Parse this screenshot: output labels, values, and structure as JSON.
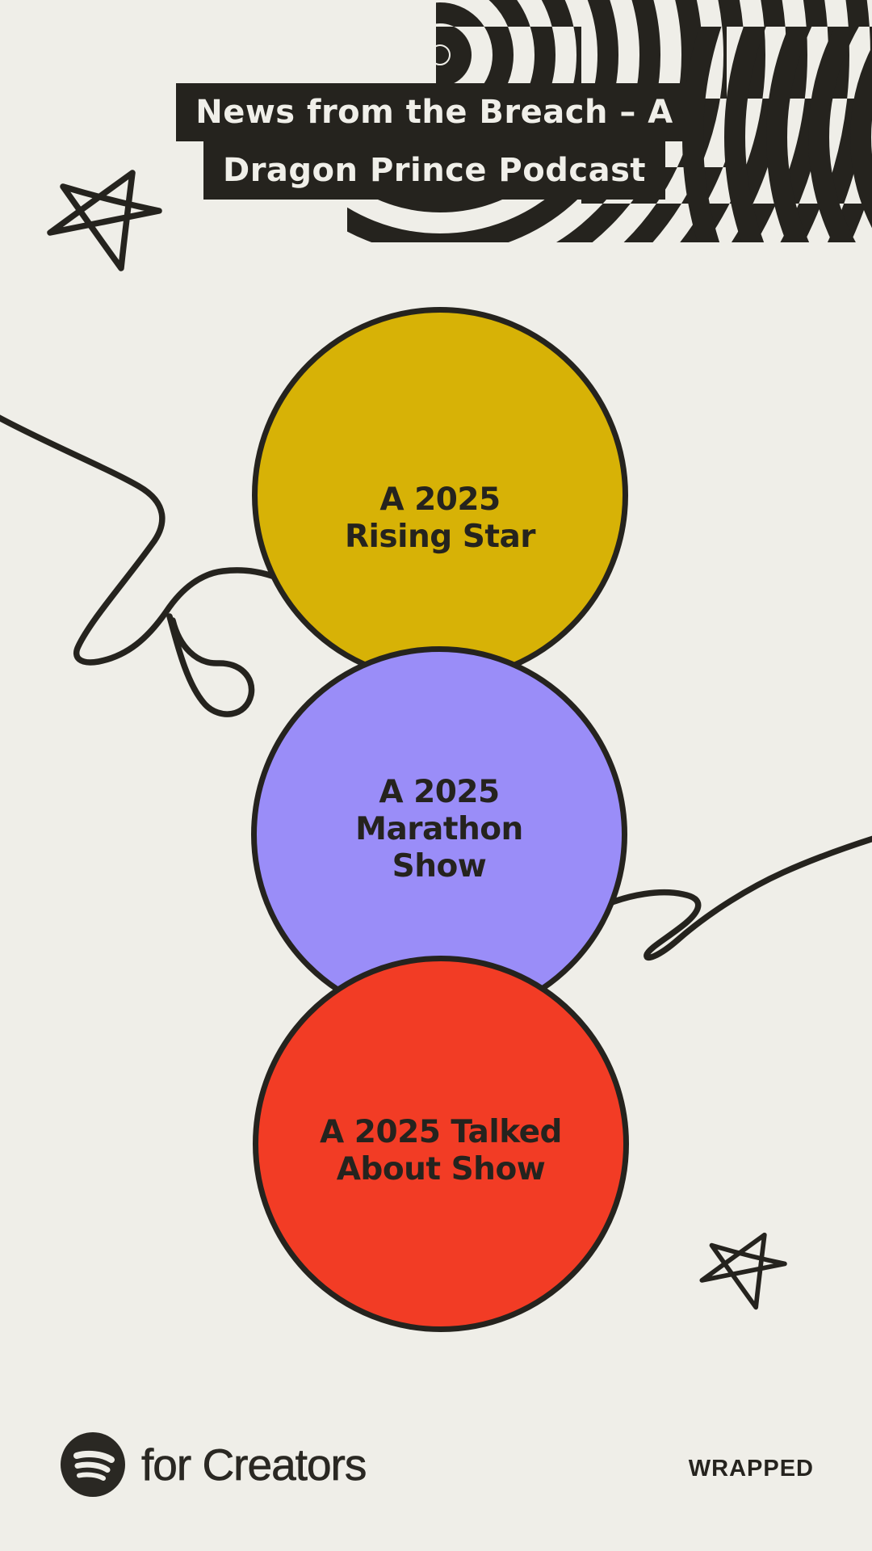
{
  "colors": {
    "bg": "#EFEEE8",
    "ink": "#25231E",
    "gold": "#D7B206",
    "purple": "#9A8DF8",
    "red": "#F23C25",
    "text_light": "#F0EFE9"
  },
  "header": {
    "title_line1": "News from the Breach – A",
    "title_line2": "Dragon Prince Podcast"
  },
  "badges": [
    {
      "id": "rising-star",
      "lines": [
        "A 2025",
        "Rising Star"
      ],
      "color": "#D7B206"
    },
    {
      "id": "marathon-show",
      "lines": [
        "A 2025",
        "Marathon",
        "Show"
      ],
      "color": "#9A8DF8"
    },
    {
      "id": "talked-about-show",
      "lines": [
        "A 2025 Talked",
        "About Show"
      ],
      "color": "#F23C25"
    }
  ],
  "footer": {
    "brand": "for Creators",
    "wrapped": "WRAPPED",
    "logo_icon": "spotify-logo-icon"
  },
  "decorations": {
    "pattern": "concentric-rings-op-art",
    "star_doodles": 2,
    "squiggle_doodles": 2
  }
}
